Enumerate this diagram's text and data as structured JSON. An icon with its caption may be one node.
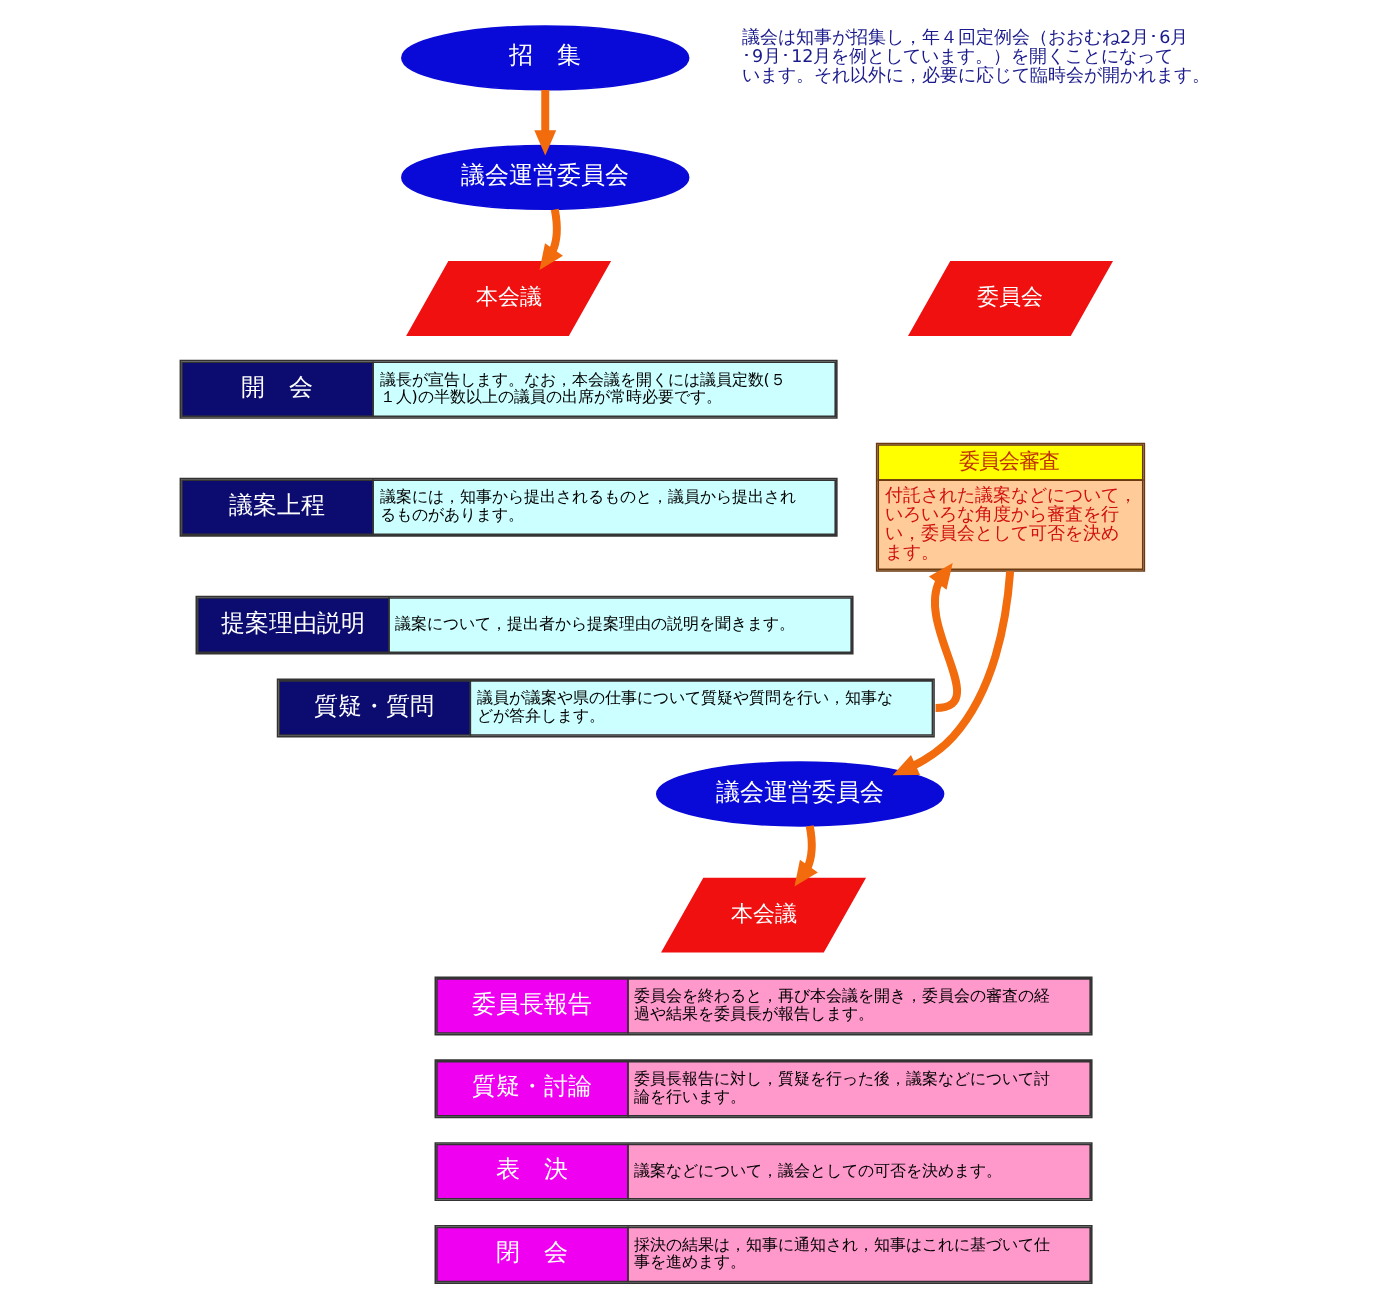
{
  "diagram": {
    "nodes": [
      {
        "text": [
          "招　集"
        ]
      },
      {
        "text": [
          "議会運営委員会"
        ]
      },
      {
        "text": [
          "本会議"
        ]
      },
      {
        "text": [
          "開　会",
          "議長が宣告します。なお，本会議を開くには議員定数(５１人)の半数以上の議員の出席が常時必要です。"
        ]
      },
      {
        "text": [
          "議案上程",
          "議案には，知事から提出されるものと，議員から提出されるものがあります。"
        ]
      },
      {
        "text": [
          "提案理由説明",
          "議案について，提出者から提案理由の説明を聞きます。"
        ]
      },
      {
        "text": [
          "質疑・質問",
          "議員が議案や県の仕事について質疑や質問を行い，知事などが答弁します。"
        ]
      },
      {
        "text": [
          "委員会"
        ]
      },
      {
        "text": [
          "委員会審査",
          "付託された議案などについて，いろいろな角度から審査を行い，委員会として可否を決めます。"
        ]
      },
      {
        "text": [
          "議会運営委員会"
        ]
      },
      {
        "text": [
          "本会議"
        ]
      },
      {
        "text": [
          "委員長報告",
          "委員会を終わると，再び本会議を開き，委員会の審査の経過や結果を委員長が報告します。"
        ]
      },
      {
        "text": [
          "質疑・討論",
          "委員長報告に対し，質疑を行った後，議案などについて討論を行います。"
        ]
      },
      {
        "text": [
          "表　決",
          "議案などについて，議会としての可否を決めます。"
        ]
      },
      {
        "text": [
          "閉　会",
          "採決の結果は，知事に通知され，知事はこれに基づいて仕事を進めます。"
        ]
      }
    ],
    "edges": [
      {
        "from": 0,
        "to": 1,
        "arrow": "to"
      },
      {
        "from": 1,
        "to": 2,
        "arrow": "to"
      },
      {
        "from": 6,
        "to": 8,
        "arrow": "to"
      },
      {
        "from": 8,
        "to": 9,
        "arrow": "to"
      },
      {
        "from": 9,
        "to": 10,
        "arrow": "to"
      }
    ],
    "labels": [
      "議会は知事が招集し，年４回定例会（おおむね2月･6月･9月･12月を例としています。）を開くことになっています。それ以外に，必要に応じて臨時会が開かれます。"
    ]
  }
}
